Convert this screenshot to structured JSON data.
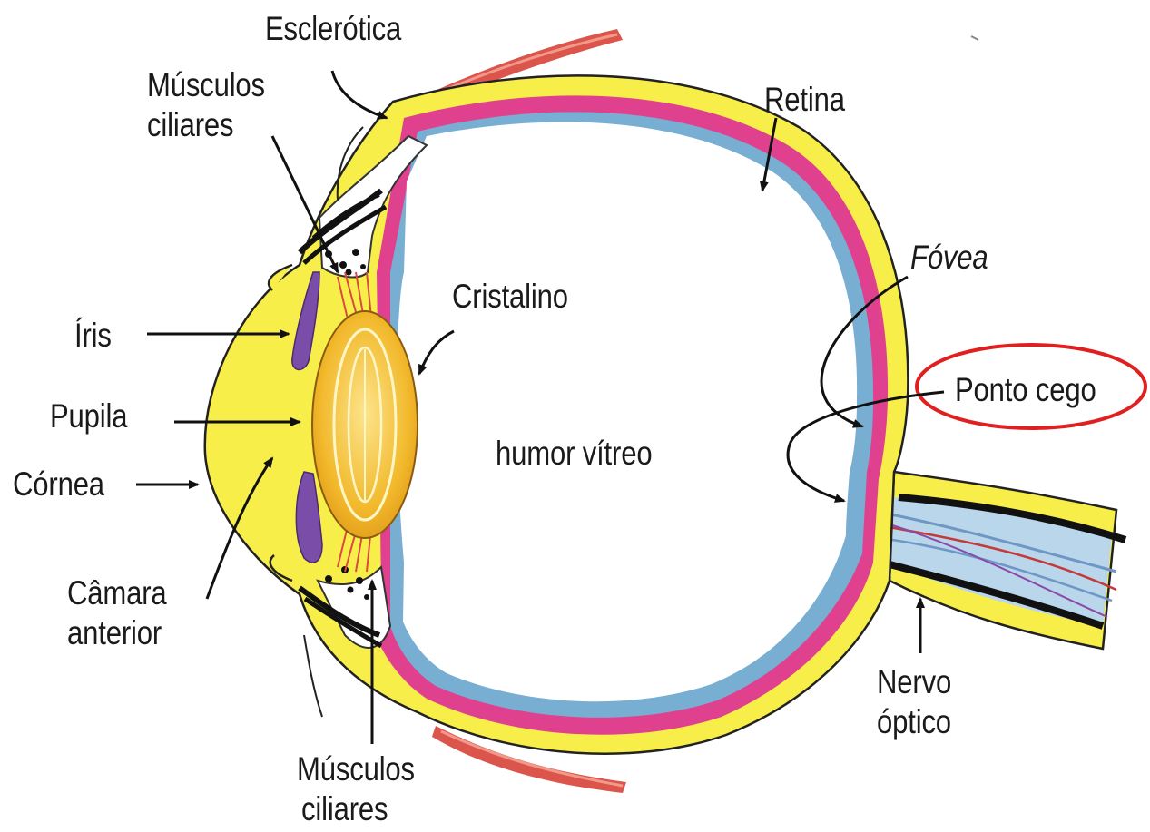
{
  "labels": {
    "esclerotica": "Esclerótica",
    "musculos_top": [
      "Músculos",
      "ciliares"
    ],
    "retina": "Retina",
    "fovea": "Fóvea",
    "cristalino": "Cristalino",
    "iris": "Íris",
    "pupila": "Pupila",
    "ponto_cego": "Ponto cego",
    "humor_vitreo": "humor vítreo",
    "cornea": "Córnea",
    "camara": [
      "Câmara",
      "anterior"
    ],
    "nervo": [
      "Nervo",
      "óptico"
    ],
    "musculos_bottom": [
      "Músculos",
      "ciliares"
    ]
  },
  "colors": {
    "sclera": "#f7ee4a",
    "retina_pink": "#e0418f",
    "retina_blue": "#78aed2",
    "lens": "#f2b92c",
    "iris": "#7a4ea8",
    "highlight_ring": "#e02020"
  }
}
